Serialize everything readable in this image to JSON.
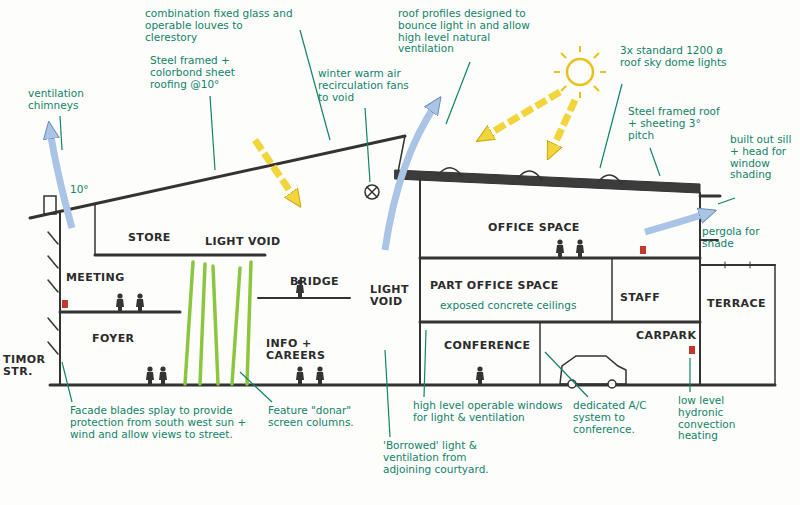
{
  "diagram": {
    "labels": [
      "ventilation chimneys",
      "combination fixed glass and operable louves to clerestory",
      "Steel framed + colorbond sheet roofing @10°",
      "winter warm air recirculation fans to void",
      "roof profiles designed to bounce light in and allow high level natural ventilation",
      "3x standard 1200 ø roof sky dome lights",
      "Steel framed roof + sheeting 3° pitch",
      "built out sill + head for window shading",
      "pergola for shade",
      "10°",
      "STORE",
      "LIGHT VOID",
      "MEETING",
      "BRIDGE",
      "OFFICE SPACE",
      "PART OFFICE SPACE",
      "exposed concrete ceilings",
      "STAFF",
      "TERRACE",
      "FOYER",
      "INFO + CAREERS",
      "LIGHT VOID",
      "CONFERENCE",
      "CARPARK",
      "TIMOR STR.",
      "Facade blades splay to provide protection from south west sun + wind and allow views to street.",
      "Feature \"donar\" screen columns.",
      "'Borrowed' light & ventilation from adjoining courtyard.",
      "high level operable windows for light & ventilation",
      "dedicated A/C system to conference.",
      "low level hydronic convection heating"
    ]
  }
}
